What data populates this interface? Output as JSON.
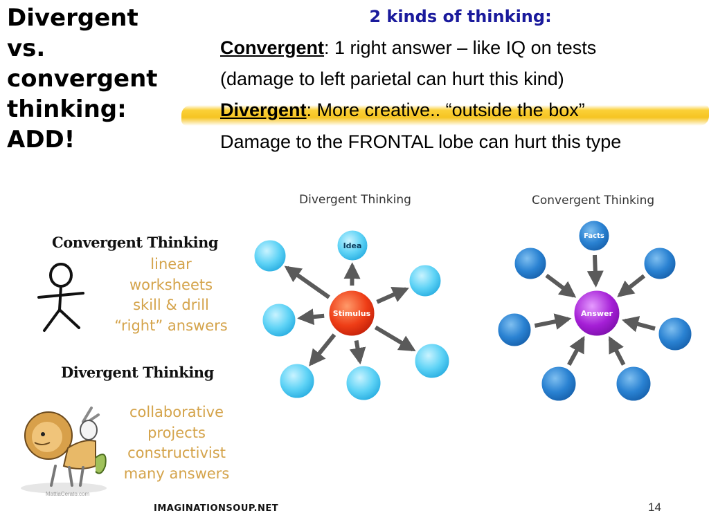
{
  "side_title": [
    "Divergent",
    "vs.",
    "convergent",
    "thinking:",
    "ADD!"
  ],
  "heading": "2 kinds of thinking:",
  "lines": {
    "convergent_term": "Convergent",
    "convergent_rest": ":  1 right answer – like IQ on tests",
    "convergent_note": "(damage to left parietal can hurt this kind)",
    "divergent_term": "Divergent",
    "divergent_rest": ":  More  creative..  “outside the box”",
    "divergent_note": "Damage to the FRONTAL lobe can hurt this type"
  },
  "left_panel": {
    "convergent_title": "Convergent Thinking",
    "convergent_items": [
      "linear",
      "worksheets",
      "skill & drill",
      "“right” answers"
    ],
    "divergent_title": "Divergent Thinking",
    "divergent_items": [
      "collaborative",
      "projects",
      "constructivist",
      "many answers"
    ],
    "credit": "MattiaCerato.com",
    "source": "IMAGINATIONSOUP.NET"
  },
  "divergent_diagram": {
    "title": "Divergent Thinking",
    "center_label": "Stimulus",
    "top_label": "Idea",
    "center_color": "#e8381a",
    "node_color": "#3cc4ef"
  },
  "convergent_diagram": {
    "title": "Convergent Thinking",
    "center_label": "Answer",
    "top_label": "Facts",
    "center_color": "#a51fd6",
    "node_color": "#2479c9"
  },
  "page_number": "14"
}
